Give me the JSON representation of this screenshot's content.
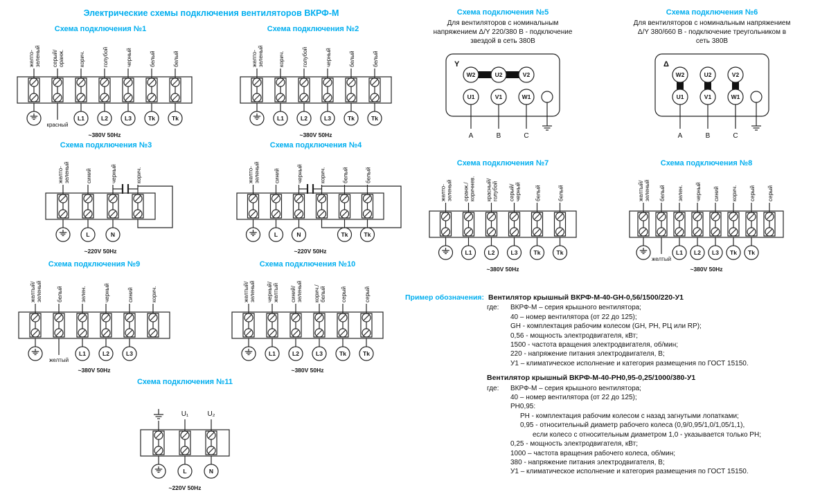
{
  "page_title": "Электрические схемы подключения вентиляторов ВКРФ-М",
  "accent_color": "#00aeef",
  "schemas": [
    {
      "type": "strip",
      "title": "Схема подключения №1",
      "wires": [
        "желто-|зеленый",
        "серый/|оранж.",
        "корич.",
        "голубой",
        "черный",
        "белый",
        "белый"
      ],
      "bottom": [
        "gnd",
        "wire:красный",
        "L1",
        "L2",
        "L3",
        "Tk",
        "Tk"
      ],
      "voltage": "~380V 50Hz",
      "pitch": 34
    },
    {
      "type": "strip",
      "title": "Схема подключения №2",
      "wires": [
        "желто-|зеленый",
        "корич.",
        "голубой",
        "черный",
        "белый",
        "белый"
      ],
      "bottom": [
        "gnd",
        "L1",
        "L2",
        "L3",
        "Tk",
        "Tk"
      ],
      "voltage": "~380V 50Hz",
      "pitch": 34
    },
    {
      "type": "strip",
      "title": "Схема подключения №3",
      "wires": [
        "желто-|зеленый",
        "синий",
        "черный",
        "корич."
      ],
      "bottom": [
        "gnd",
        "L",
        "N",
        ""
      ],
      "voltage": "~220V 50Hz",
      "pitch": 36,
      "capacitor": [
        2,
        3
      ]
    },
    {
      "type": "strip",
      "title": "Схема подключения №4",
      "wires": [
        "желто-|зеленый",
        "синий",
        "черный",
        "корич.",
        "белый",
        "белый"
      ],
      "bottom": [
        "gnd",
        "L",
        "N",
        "",
        "Tk",
        "Tk"
      ],
      "voltage": "~220V 50Hz",
      "pitch": 33,
      "capacitor": [
        2,
        3
      ]
    },
    {
      "type": "motor",
      "title": "Схема подключения №5",
      "description": "Для вентиляторов с номинальным напряжением Δ/Y 220/380 В - подключение звездой в сеть 380В",
      "symbol": "Y",
      "connection": "star",
      "top_terminals": [
        "W2",
        "U2",
        "V2"
      ],
      "bottom_terminals": [
        "U1",
        "V1",
        "W1"
      ],
      "phase_labels": [
        "A",
        "B",
        "C"
      ]
    },
    {
      "type": "motor",
      "title": "Схема подключения №6",
      "description": "Для вентиляторов с номинальным напряжением Δ/Y 380/660 В - подключение треугольником в сеть 380В",
      "symbol": "Δ",
      "connection": "delta",
      "top_terminals": [
        "W2",
        "U2",
        "V2"
      ],
      "bottom_terminals": [
        "U1",
        "V1",
        "W1"
      ],
      "phase_labels": [
        "A",
        "B",
        "C"
      ]
    },
    {
      "type": "strip",
      "title": "Схема подключения №7",
      "wires": [
        "желто-|зеленый",
        "оранж./|коричнев.",
        "красный/|голубой",
        "серый/|черный",
        "белый",
        "белый"
      ],
      "bottom": [
        "gnd",
        "L1",
        "L2",
        "L3",
        "Tk",
        "Tk"
      ],
      "voltage": "~380V 50Hz",
      "pitch": 33
    },
    {
      "type": "strip",
      "title": "Схема подключения №8",
      "wires": [
        "желтый/|зеленый",
        "белый",
        "зелен.",
        "черный",
        "синий",
        "корич.",
        "серый",
        "серый"
      ],
      "bottom": [
        "gnd",
        "wire:желтый",
        "L1",
        "L2",
        "L3",
        "Tk",
        "Tk",
        ""
      ],
      "voltage": "~380V 50Hz",
      "pitch": 26
    },
    {
      "type": "strip",
      "title": "Схема подключения №9",
      "wires": [
        "желтый/|зеленый",
        "белый",
        "зелен.",
        "черный",
        "синий",
        "корич."
      ],
      "bottom": [
        "gnd",
        "wire:желтый",
        "L1",
        "L2",
        "L3",
        ""
      ],
      "voltage": "~380V 50Hz",
      "pitch": 34
    },
    {
      "type": "strip",
      "title": "Схема подключения №10",
      "wires": [
        "желтый/|зеленый",
        "черный/|желтый",
        "синий/|зеленый",
        "корич./|белый",
        "серый",
        "серый"
      ],
      "bottom": [
        "gnd",
        "L1",
        "L2",
        "L3",
        "Tk",
        "Tk"
      ],
      "voltage": "~380V 50Hz",
      "pitch": 34
    },
    {
      "type": "strip",
      "title": "Схема подключения №11",
      "plain_top": true,
      "wires": [
        "gnd",
        "U₁",
        "U₂"
      ],
      "bottom": [
        "gnd",
        "L",
        "N"
      ],
      "voltage": "~220V 50Hz",
      "pitch": 38
    }
  ],
  "example": {
    "heading": "Пример обозначения:",
    "blocks": [
      {
        "title": "Вентилятор крышный ВКРФ-М-40-GH-0,56/1500/220-У1",
        "where_label": "где:",
        "lines": [
          {
            "indent": 0,
            "text": "ВКРФ-М – серия крышного вентилятора;"
          },
          {
            "indent": 0,
            "text": "40 – номер вентилятора (от 22 до 125);"
          },
          {
            "indent": 0,
            "text": "GH - комплектация рабочим колесом (GH, PH, РЦ или RP);"
          },
          {
            "indent": 0,
            "text": "0,56 - мощность электродвигателя, кВт;"
          },
          {
            "indent": 0,
            "text": "1500 - частота вращения электродвигателя, об/мин;"
          },
          {
            "indent": 0,
            "text": "220 - напряжение питания электродвигателя, В;"
          },
          {
            "indent": 0,
            "text": "У1 – климатическое исполнение и категория размещения по ГОСТ 15150."
          }
        ]
      },
      {
        "title": "Вентилятор крышный ВКРФ-М-40-PH0,95-0,25/1000/380-У1",
        "where_label": "где:",
        "lines": [
          {
            "indent": 0,
            "text": "ВКРФ-М – серия крышного вентилятора;"
          },
          {
            "indent": 0,
            "text": "40 – номер вентилятора (от 22 до 125);"
          },
          {
            "indent": 0,
            "text": "PH0,95:"
          },
          {
            "indent": 1,
            "text": "PH - комплектация рабочим колесом с назад загнутыми лопатками;"
          },
          {
            "indent": 1,
            "text": "0,95 - относительный диаметр рабочего колеса (0,9/0,95/1,0/1,05/1,1),"
          },
          {
            "indent": 2,
            "text": "если колесо с относительным диаметром 1,0 - указывается только PH;"
          },
          {
            "indent": 0,
            "text": "0,25 - мощность электродвигателя, кВт;"
          },
          {
            "indent": 0,
            "text": "1000 – частота вращения рабочего колеса, об/мин;"
          },
          {
            "indent": 0,
            "text": "380 - напряжение питания электродвигателя, В;"
          },
          {
            "indent": 0,
            "text": "У1 – климатическое исполнение и категория размещения по ГОСТ 15150."
          }
        ]
      }
    ]
  }
}
